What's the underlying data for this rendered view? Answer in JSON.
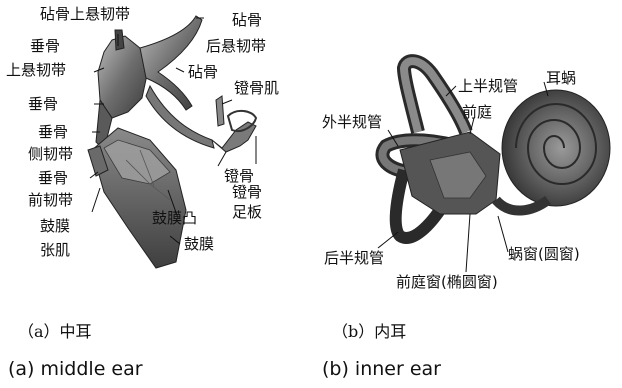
{
  "panel_a": {
    "labels": {
      "incus_superior_ligament": "砧骨上悬韧带",
      "incus": "砧骨",
      "incus_posterior_ligament": "后悬韧带",
      "malleus_1": "垂骨",
      "superior_ligament": "上悬韧带",
      "incus_2": "砧骨",
      "stapedius": "镫骨肌",
      "malleus_2": "垂骨",
      "malleus_3": "垂骨",
      "lateral_ligament": "侧韧带",
      "malleus_4": "垂骨",
      "anterior_ligament": "前韧带",
      "stapes": "镫骨",
      "stapes_2": "镫骨",
      "footplate": "足板",
      "tensor_tympani_1": "鼓膜",
      "tensor_tympani_2": "张肌",
      "umbo": "鼓膜凸",
      "tympanic_membrane": "鼓膜"
    },
    "caption_cn": "（a）中耳",
    "caption_en": "(a) middle ear"
  },
  "panel_b": {
    "labels": {
      "superior_canal": "上半规管",
      "cochlea": "耳蜗",
      "lateral_canal": "外半规管",
      "vestibule": "前庭",
      "posterior_canal": "后半规管",
      "round_window": "蜗窗(圆窗)",
      "oval_window": "前庭窗(椭圆窗)"
    },
    "caption_cn": "（b）内耳",
    "caption_en": "(b) inner ear"
  }
}
